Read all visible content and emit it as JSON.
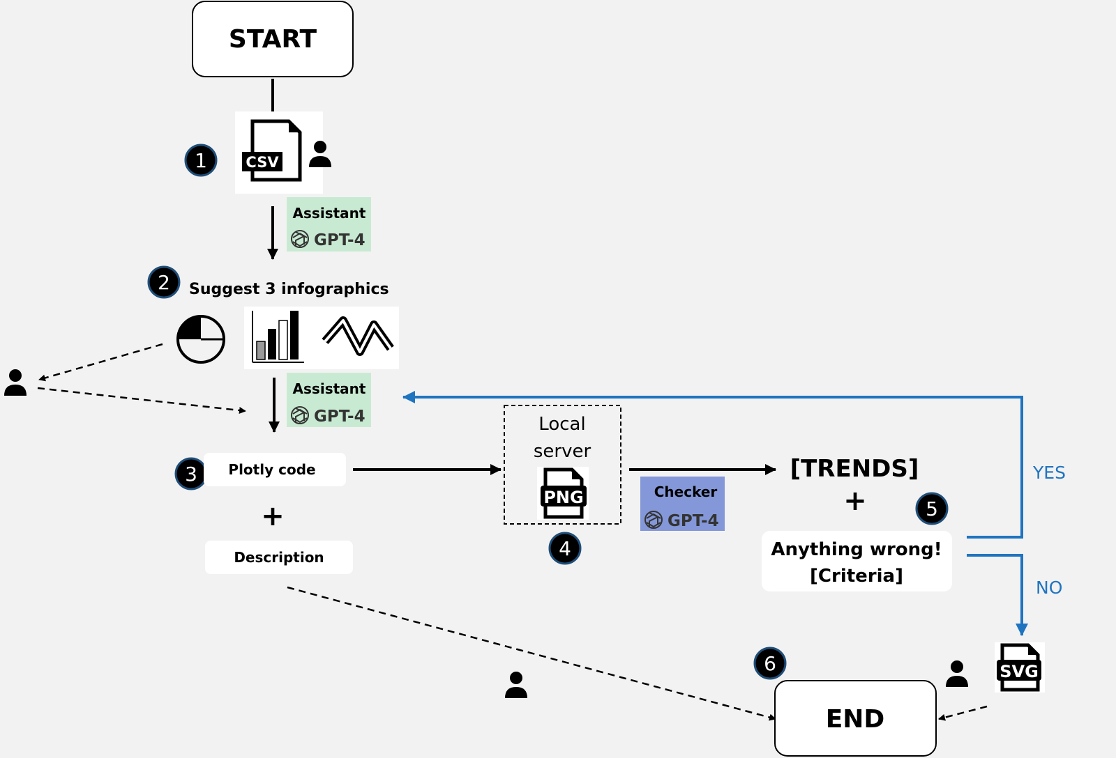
{
  "start_label": "START",
  "end_label": "END",
  "steps": [
    "1",
    "2",
    "3",
    "4",
    "5",
    "6"
  ],
  "csv_label": "CSV",
  "assistant_1": {
    "role": "Assistant",
    "model": "GPT-4"
  },
  "suggest_label": "Suggest 3 infographics",
  "assistant_2": {
    "role": "Assistant",
    "model": "GPT-4"
  },
  "plotly_label": "Plotly code",
  "plus_1": "+",
  "description_label": "Description",
  "local_server_line1": "Local",
  "local_server_line2": "server",
  "png_label": "PNG",
  "checker": {
    "role": "Checker",
    "model": "GPT-4"
  },
  "trends_label": "[TRENDS]",
  "plus_2": "+",
  "anything_wrong_line1": "Anything wrong!",
  "anything_wrong_line2": "[Criteria]",
  "yes_label": "YES",
  "no_label": "NO",
  "svg_label": "SVG",
  "colors": {
    "assistant_bg": "#c9ead2",
    "checker_bg": "#8497d8",
    "feedback_blue": "#1f74c0",
    "background": "#f2f2f2"
  }
}
